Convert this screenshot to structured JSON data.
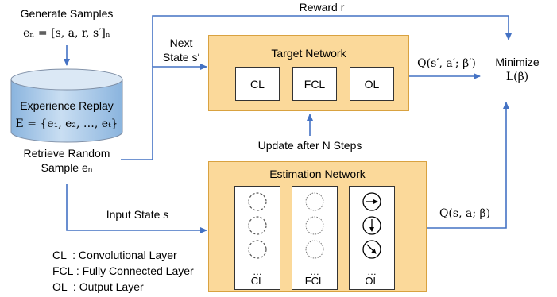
{
  "generate": {
    "title": "Generate Samples",
    "formula": "eₙ = [s, a, r, s′]ₙ"
  },
  "replay": {
    "title": "Experience Replay",
    "formula": "E = {e₁, e₂, …, eₜ}"
  },
  "retrieve": {
    "line1": "Retrieve Random",
    "line2": "Sample eₙ"
  },
  "reward_label": "Reward r",
  "next_state": {
    "line1": "Next",
    "line2": "State s′"
  },
  "target_network": {
    "title": "Target Network",
    "layers": [
      "CL",
      "FCL",
      "OL"
    ],
    "output": "Q(s′, a′; β′)"
  },
  "minimize": {
    "line1": "Minimize",
    "line2": "L(β)"
  },
  "update_label": "Update after N Steps",
  "estimation_network": {
    "title": "Estimation Network",
    "columns": [
      "CL",
      "FCL",
      "OL"
    ],
    "dots": "…",
    "output": "Q(s, a; β)"
  },
  "input_state": "Input State s",
  "legend": [
    "CL  : Convolutional Layer",
    "FCL : Fully Connected Layer",
    "OL  : Output Layer"
  ],
  "colors": {
    "arrow": "#4472c4",
    "network_fill": "#fbd99a",
    "network_border": "#d9a240",
    "cylinder_fill": "#9dc3e6"
  }
}
